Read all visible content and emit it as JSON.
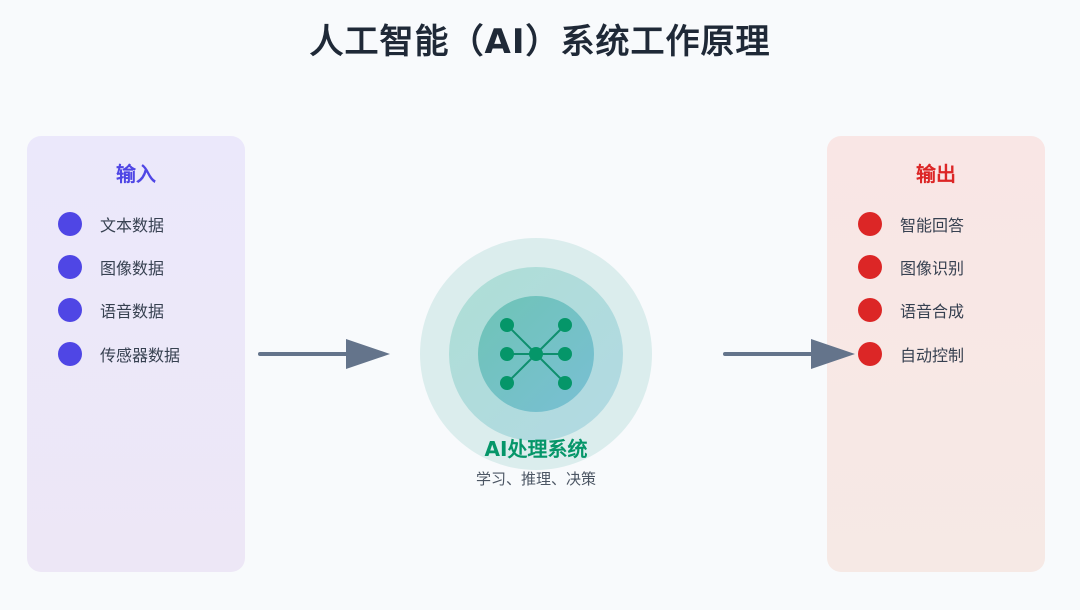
{
  "title": "人工智能（AI）系统工作原理",
  "input": {
    "title": "输入",
    "items": [
      "文本数据",
      "图像数据",
      "语音数据",
      "传感器数据"
    ]
  },
  "output": {
    "title": "输出",
    "items": [
      "智能回答",
      "图像识别",
      "语音合成",
      "自动控制"
    ]
  },
  "center": {
    "title": "AI处理系统",
    "subtitle": "学习、推理、决策",
    "icon": "neural-network-icon"
  },
  "colors": {
    "input_accent": "#4f46e5",
    "output_accent": "#dc2626",
    "center_accent": "#059669",
    "arrow": "#64748b",
    "title": "#1f2937"
  }
}
